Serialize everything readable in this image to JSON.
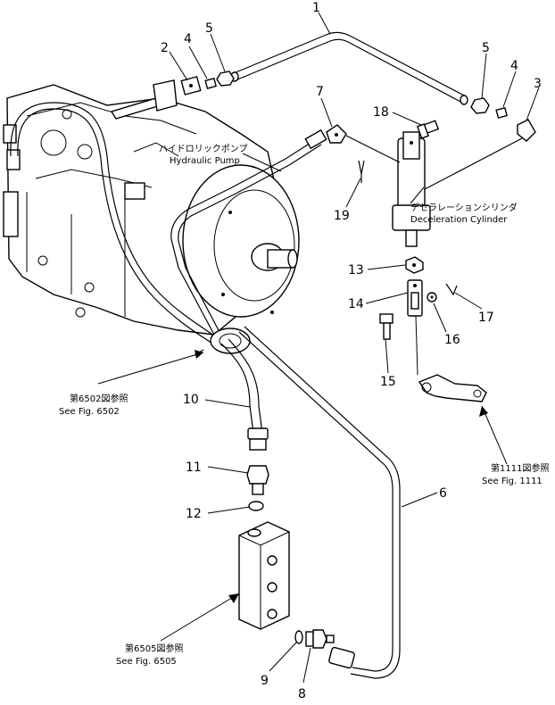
{
  "part_numbers": [
    "1",
    "2",
    "3",
    "4",
    "4",
    "5",
    "5",
    "6",
    "7",
    "8",
    "9",
    "10",
    "11",
    "12",
    "13",
    "14",
    "15",
    "16",
    "17",
    "18",
    "19"
  ],
  "labels": {
    "hydraulic_pump_jp": "ハイドロリックポンプ",
    "hydraulic_pump_en": "Hydraulic Pump",
    "decel_cyl_jp": "デセラレーションシリンダ",
    "decel_cyl_en": "Deceleration Cylinder",
    "ref_6502_jp": "第6502図参照",
    "ref_6502_en": "See Fig. 6502",
    "ref_1111_jp": "第1111図参照",
    "ref_1111_en": "See Fig. 1111",
    "ref_6505_jp": "第6505図参照",
    "ref_6505_en": "See Fig. 6505"
  }
}
